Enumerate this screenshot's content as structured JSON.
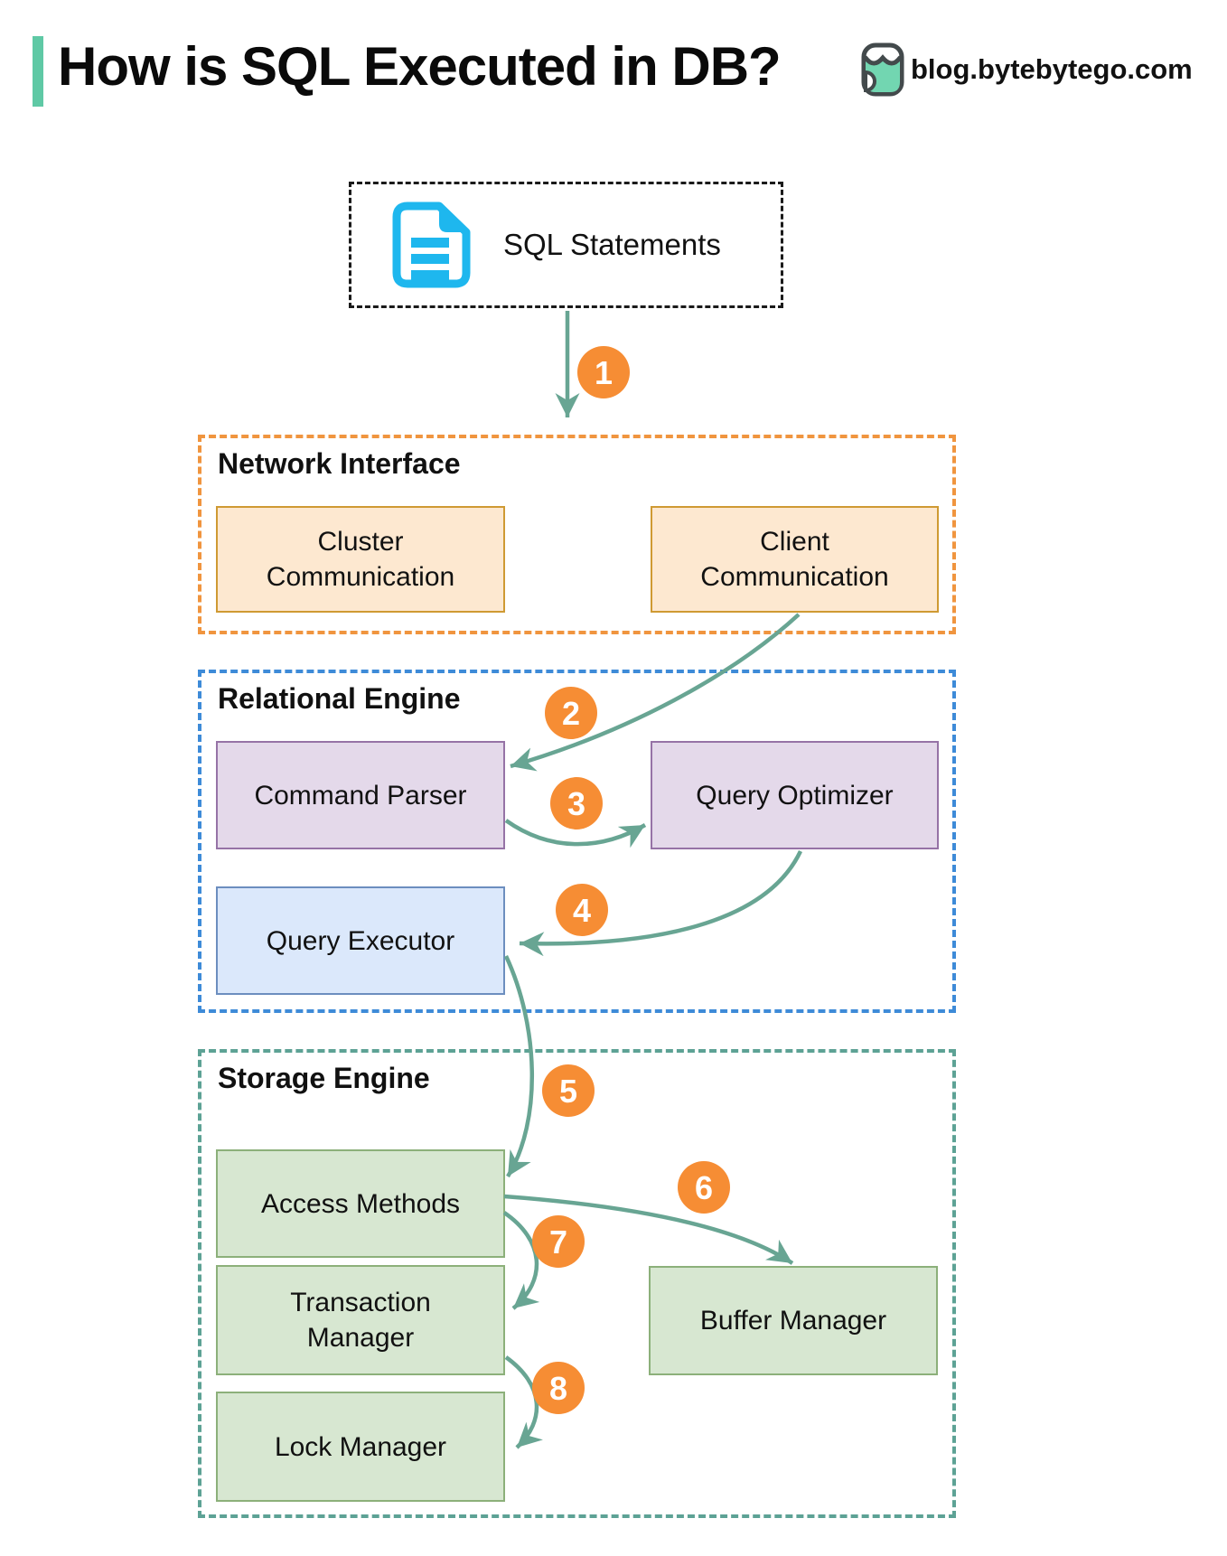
{
  "header": {
    "title": "How is SQL Executed in DB?",
    "site": "blog.bytebytego.com"
  },
  "sql": {
    "label": "SQL Statements"
  },
  "network": {
    "title": "Network Interface",
    "cluster": "Cluster Communication",
    "client": "Client Communication"
  },
  "relational": {
    "title": "Relational Engine",
    "parser": "Command Parser",
    "optimizer": "Query Optimizer",
    "executor": "Query Executor"
  },
  "storage": {
    "title": "Storage Engine",
    "access": "Access Methods",
    "transaction": "Transaction Manager",
    "buffer": "Buffer Manager",
    "lock": "Lock Manager"
  },
  "steps": [
    "1",
    "2",
    "3",
    "4",
    "5",
    "6",
    "7",
    "8"
  ],
  "colors": {
    "arrow": "#68a593",
    "circle": "#f68d34",
    "circle_text": "#ffffff",
    "network_border": "#f0953f",
    "relational_border": "#3e8bd8",
    "storage_border": "#5da295",
    "peach_fill": "#fde8d0",
    "peach_stroke": "#cf9a33",
    "purple_fill": "#e4d9ea",
    "purple_stroke": "#9673a6",
    "blue_fill": "#dbe8fb",
    "blue_stroke": "#6c8ebf",
    "green_fill": "#d7e7d1",
    "green_stroke": "#8cb07a",
    "doc_icon": "#1eb7ee",
    "accent": "#5fc9a5",
    "logo_dark": "#434a4c",
    "logo_mint": "#72d6b1",
    "sql_border": "#1a1a1a",
    "text": "#111111"
  }
}
